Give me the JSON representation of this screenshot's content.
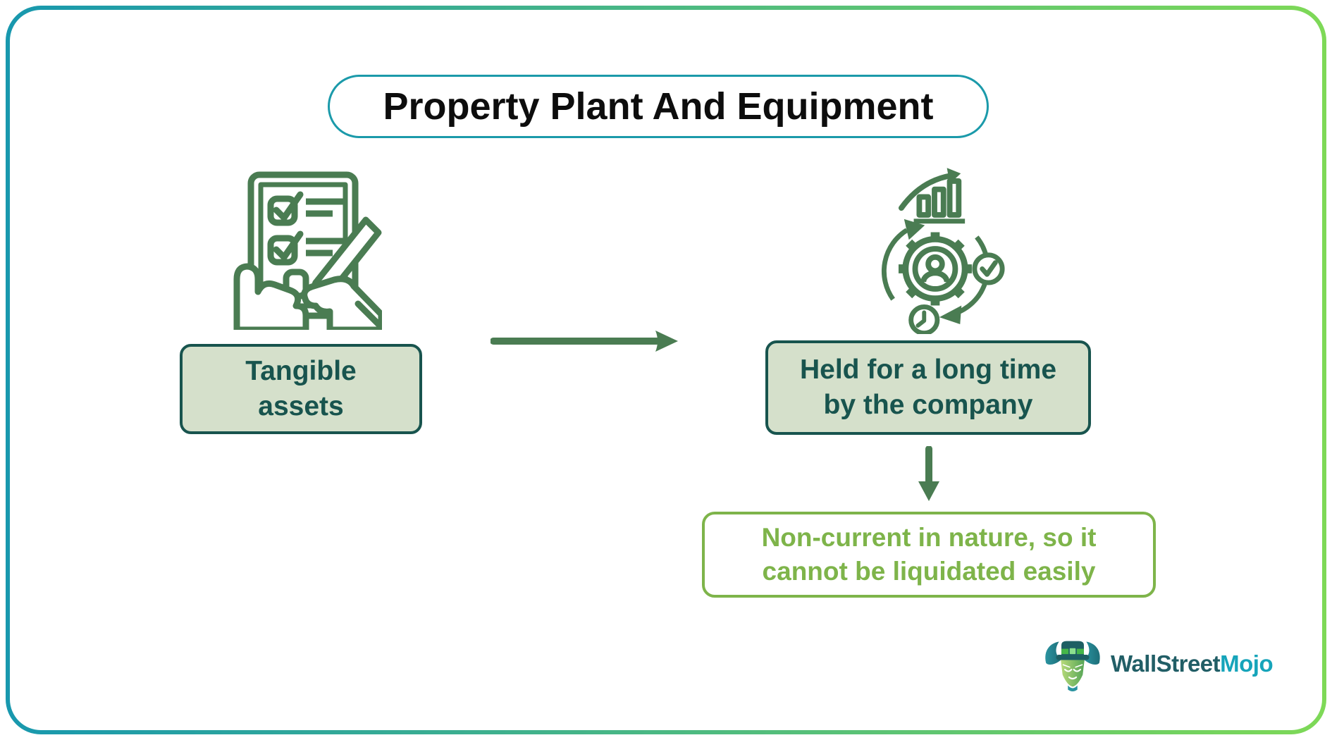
{
  "title": "Property Plant And Equipment",
  "nodes": {
    "tangible": {
      "lines": [
        "Tangible",
        "assets"
      ]
    },
    "held": {
      "lines": [
        "Held for a long time",
        "by the company"
      ]
    },
    "noncurrent": {
      "lines": [
        "Non-current in nature, so it",
        "cannot be liquidated easily"
      ]
    }
  },
  "logo": {
    "part1": "WallStreet",
    "part2": "Mojo"
  },
  "icons": {
    "left": "checklist-writing-icon",
    "right": "asset-lifecycle-icon",
    "connector1": "right-arrow-icon",
    "connector2": "down-arrow-icon",
    "brand": "bull-mascot-icon"
  },
  "colors": {
    "frame_start": "#1898ae",
    "frame_end": "#7ed957",
    "title_border": "#1b9aaa",
    "title_text": "#0d0d0d",
    "dark_teal": "#18544e",
    "sage_fill": "#d5e0cb",
    "icon_green": "#4a7c52",
    "lime_green": "#7eb44a",
    "logo_dark": "#215e66",
    "logo_accent": "#16a4ba"
  }
}
